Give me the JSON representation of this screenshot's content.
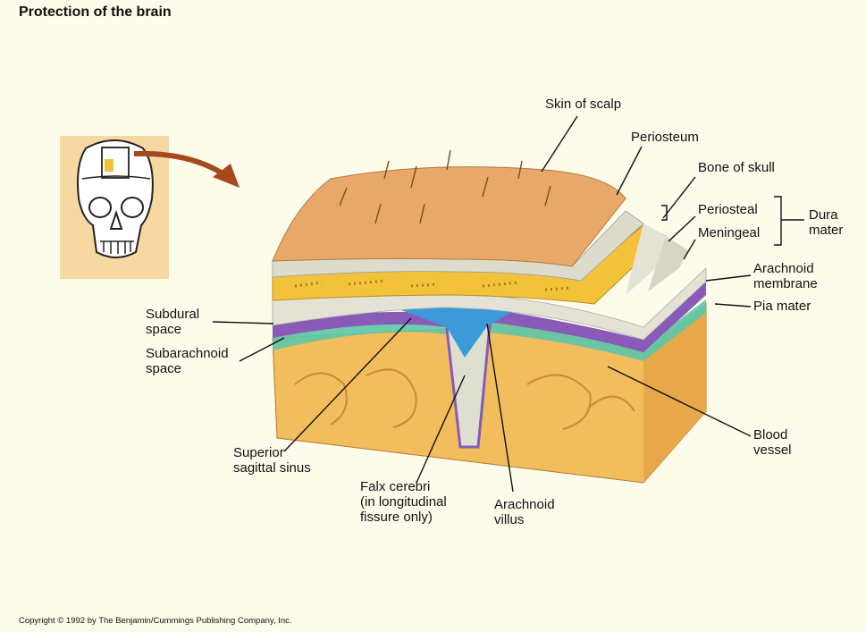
{
  "title": "Protection of the brain",
  "copyright": "Copyright © 1992 by The Benjamin/Cummings Publishing Company, Inc.",
  "labels": {
    "skin_of_scalp": "Skin of scalp",
    "periosteum": "Periosteum",
    "bone_of_skull": "Bone of skull",
    "periosteal": "Periosteal",
    "meningeal": "Meningeal",
    "dura_mater": [
      "Dura",
      "mater"
    ],
    "arachnoid_membrane": [
      "Arachnoid",
      "membrane"
    ],
    "pia_mater": "Pia mater",
    "subdural_space": [
      "Subdural",
      "space"
    ],
    "subarachnoid_space": [
      "Subarachnoid",
      "space"
    ],
    "superior_sagittal_sinus": [
      "Superior",
      "sagittal sinus"
    ],
    "falx_cerebri": [
      "Falx cerebri",
      "(in longitudinal",
      "fissure only)"
    ],
    "arachnoid_villus": [
      "Arachnoid",
      "villus"
    ],
    "blood_vessel": [
      "Blood",
      "vessel"
    ]
  },
  "colors": {
    "scalp": "#e8a86a",
    "periosteum": "#dcdccc",
    "bone": "#f2c23a",
    "dura": "#e4e2d4",
    "arachnoid": "#8a5ab8",
    "pia": "#5cc7a8",
    "sinus": "#3d9ad8",
    "brain": "#f2bd5c",
    "arrow": "#a6471c",
    "inset_bg": "#f7d7a2"
  }
}
